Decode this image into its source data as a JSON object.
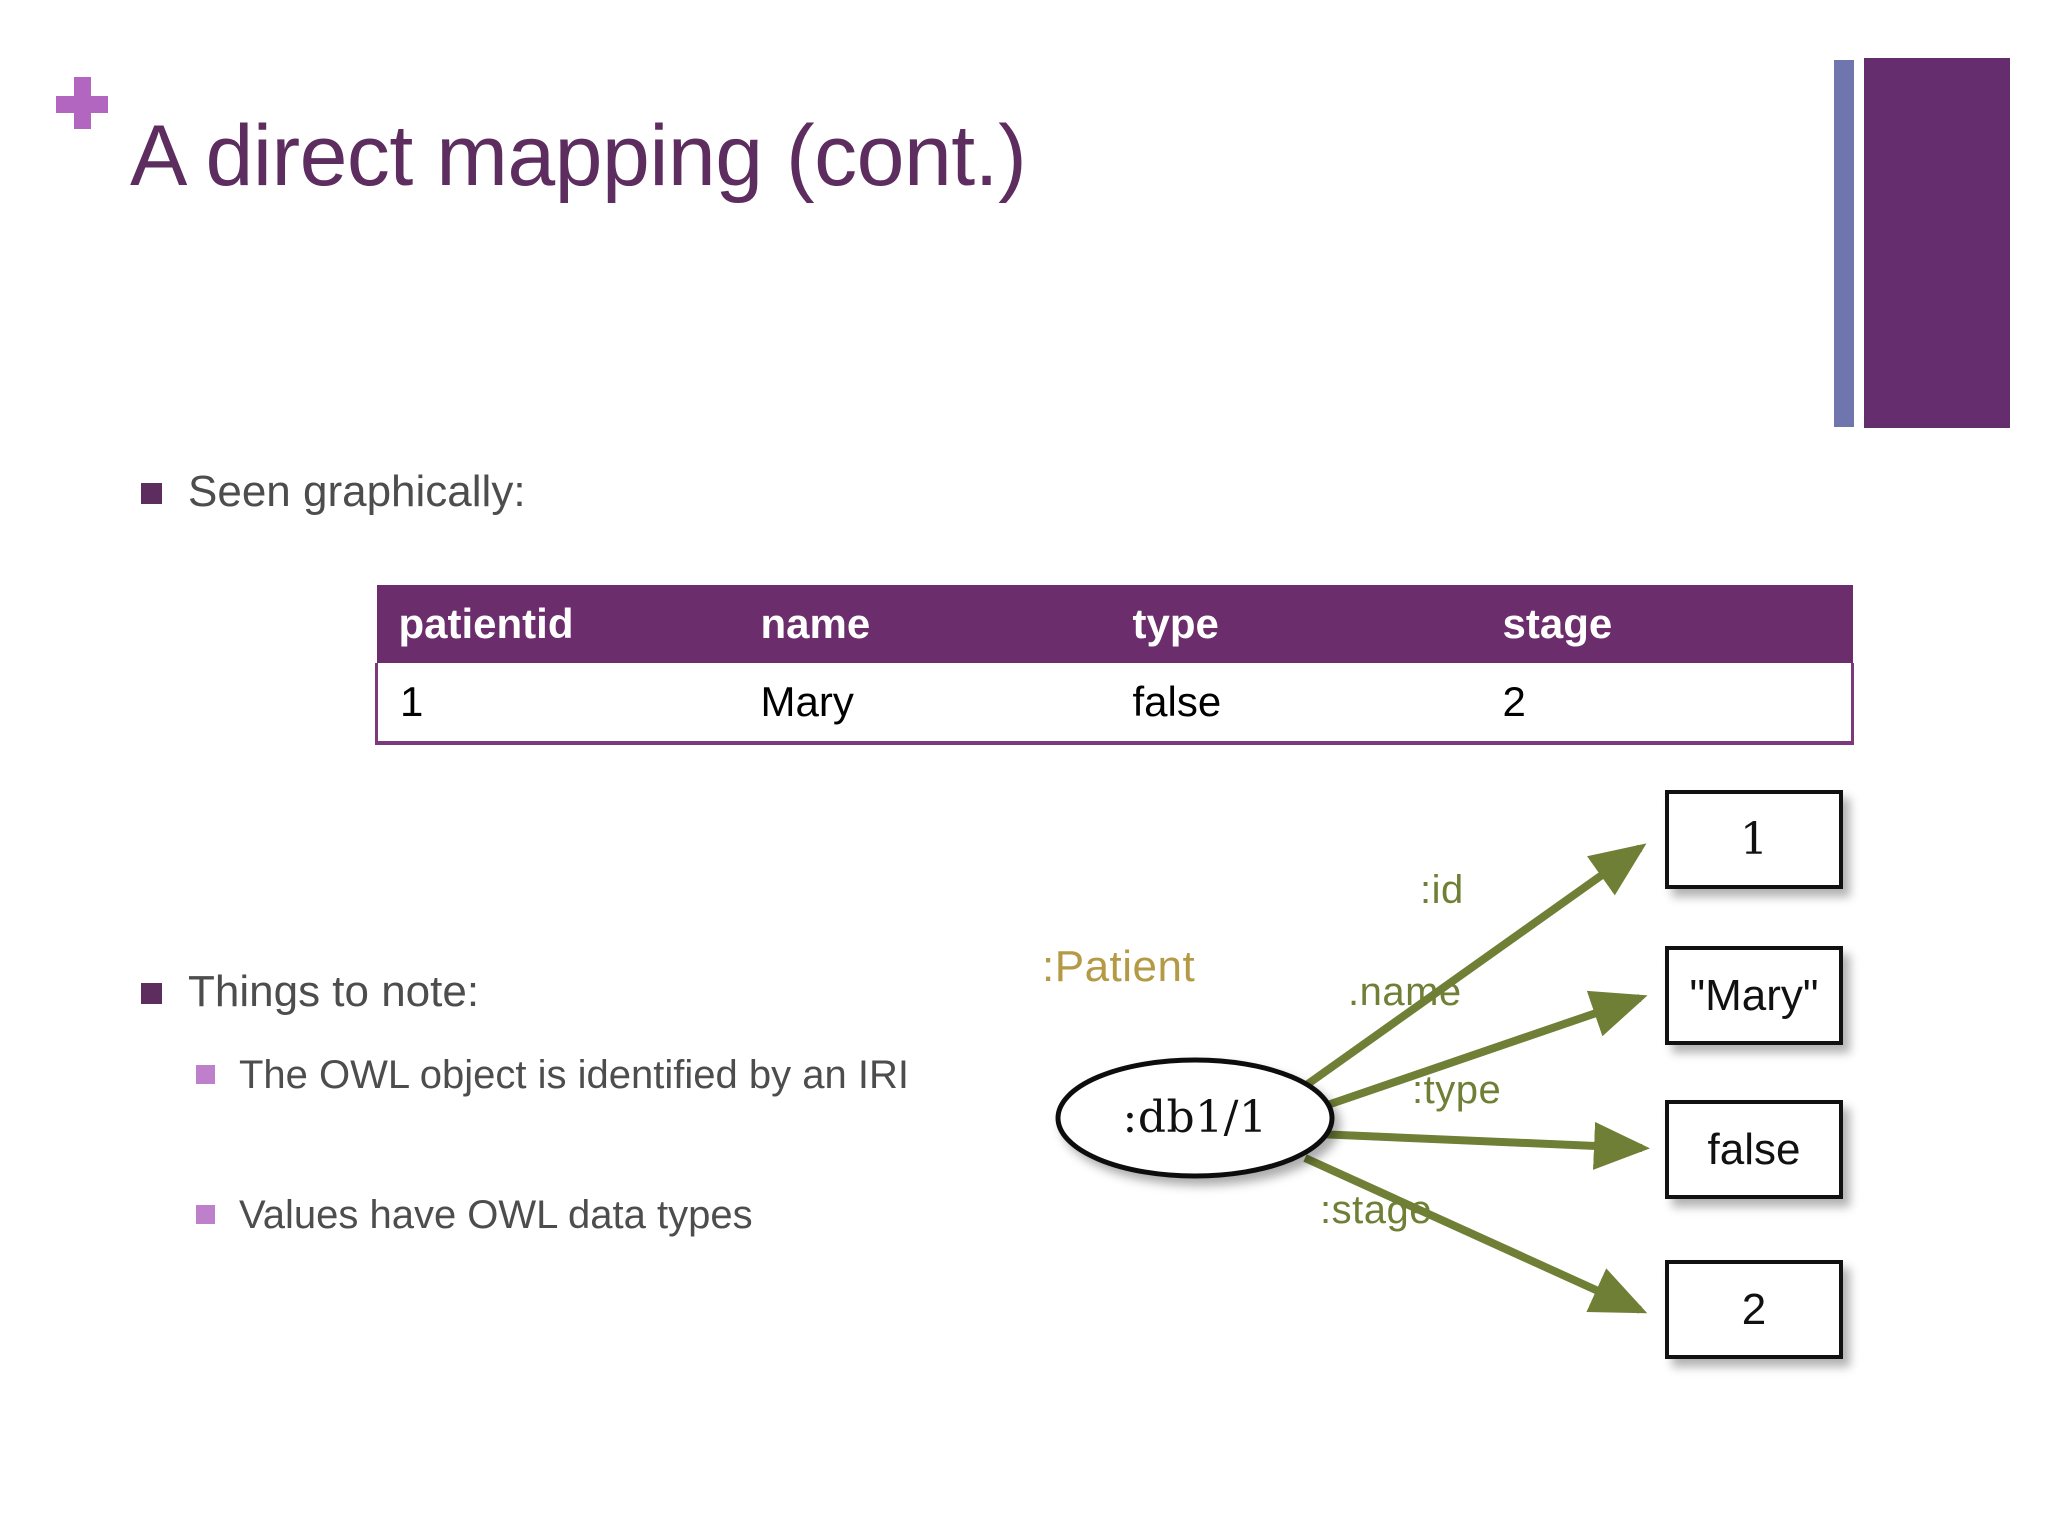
{
  "slide": {
    "title": "A direct mapping (cont.)",
    "plus_icon": "plus-icon",
    "accent_color": "#5C2D5E",
    "plus_color": "#B266BF",
    "deco_thin_color": "#6E76AD",
    "deco_thick_color": "#662D6E"
  },
  "bullets": {
    "seen": "Seen graphically:",
    "things": "Things to note:",
    "owl": "The OWL object is identified by an IRI",
    "values": "Values have OWL data types",
    "level1_marker_color": "#5C2D5E",
    "level2_marker_color": "#BE7FCB",
    "text_color": "#4D4D4D"
  },
  "table": {
    "header_bg": "#6B2D6B",
    "border_color": "#7B3A7B",
    "columns": [
      "patientid",
      "name",
      "type",
      "stage"
    ],
    "rows": [
      [
        "1",
        "Mary",
        "false",
        "2"
      ]
    ]
  },
  "diagram": {
    "class_label": ":Patient",
    "class_label_color": "#B59A45",
    "subject_node": ":db1/1",
    "edge_color": "#6F7F35",
    "edges": [
      {
        "label": ":id",
        "value": "1"
      },
      {
        "label": ".name",
        "value": "\"Mary\""
      },
      {
        "label": ":type",
        "value": "false"
      },
      {
        "label": ":stage",
        "value": "2"
      }
    ]
  }
}
